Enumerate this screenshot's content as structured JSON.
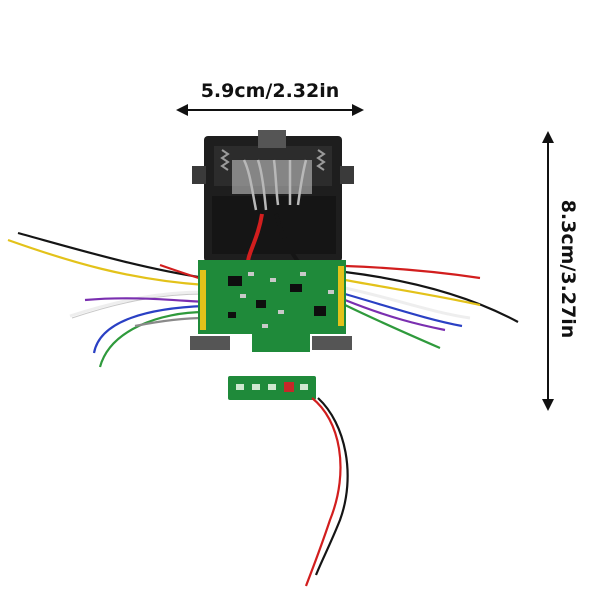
{
  "dimensions": {
    "width_label": "5.9cm/2.32in",
    "height_label": "8.3cm/3.27in"
  },
  "image": {
    "subject": "battery-charger-circuit-board-with-wires",
    "colors": {
      "pcb": "#1f8a3a",
      "housing": "#222222",
      "wire_red": "#d21e1e",
      "wire_black": "#151515",
      "wire_yellow": "#e3c21a",
      "wire_blue": "#2a40c4",
      "wire_purple": "#7a2fb0",
      "wire_green": "#2f9a3c",
      "wire_white": "#eeeeee",
      "wire_gray": "#8a8a8a"
    }
  }
}
